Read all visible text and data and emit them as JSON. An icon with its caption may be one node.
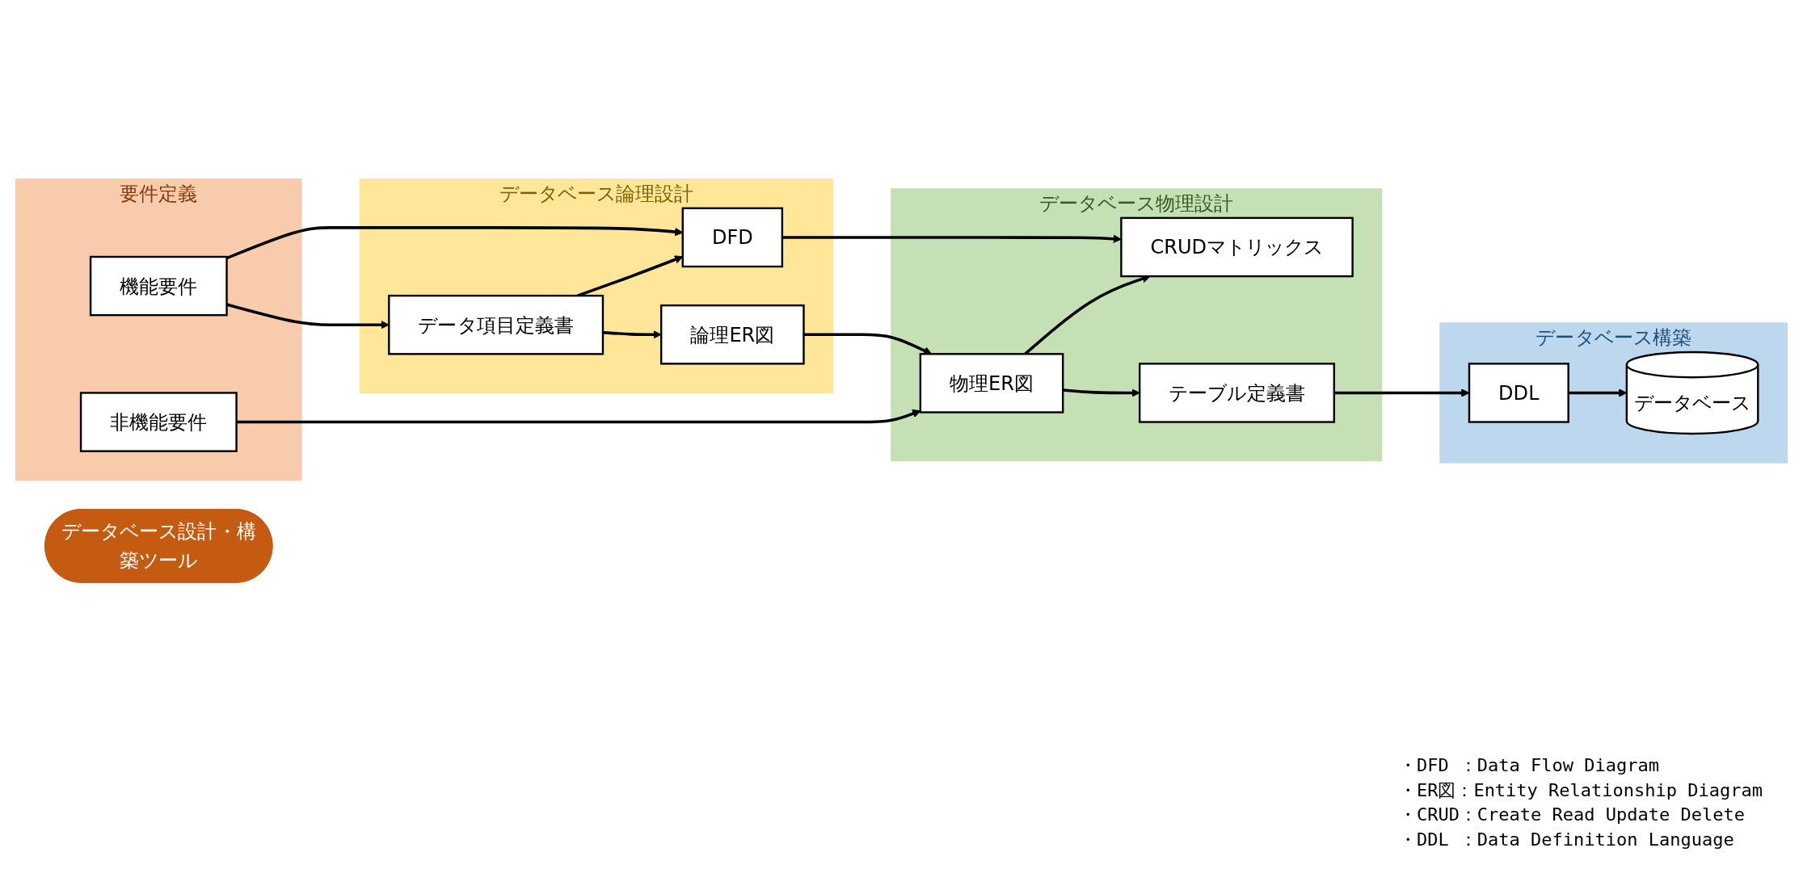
{
  "diagram": {
    "nodes": [
      {
        "text": [
          "要件定義"
        ]
      },
      {
        "text": [
          "機能要件"
        ],
        "in": 0
      },
      {
        "text": [
          "非機能要件"
        ],
        "in": 0
      },
      {
        "text": [
          "データベース論理設計"
        ]
      },
      {
        "text": [
          "DFD"
        ],
        "in": 3
      },
      {
        "text": [
          "データ項目定義書"
        ],
        "in": 3
      },
      {
        "text": [
          "論理ER図"
        ],
        "in": 3
      },
      {
        "text": [
          "データベース物理設計"
        ]
      },
      {
        "text": [
          "CRUDマトリックス"
        ],
        "in": 7
      },
      {
        "text": [
          "物理ER図"
        ],
        "in": 7
      },
      {
        "text": [
          "テーブル定義書"
        ],
        "in": 7
      },
      {
        "text": [
          "データベース構築"
        ]
      },
      {
        "text": [
          "DDL"
        ],
        "in": 11
      },
      {
        "text": [
          "データベース"
        ],
        "in": 11
      },
      {
        "text": [
          "データベース設計・構築ツール"
        ]
      }
    ],
    "edges": [
      {
        "from": 1,
        "to": 4,
        "arrow": "to"
      },
      {
        "from": 4,
        "to": 8,
        "arrow": "to"
      },
      {
        "from": 1,
        "to": 5,
        "arrow": "to"
      },
      {
        "from": 5,
        "to": 4,
        "arrow": "to"
      },
      {
        "from": 5,
        "to": 6,
        "arrow": "to"
      },
      {
        "from": 6,
        "to": 9,
        "arrow": "to"
      },
      {
        "from": 9,
        "to": 8,
        "arrow": "to"
      },
      {
        "from": 9,
        "to": 10,
        "arrow": "to"
      },
      {
        "from": 10,
        "to": 12,
        "arrow": "to"
      },
      {
        "from": 12,
        "to": 13,
        "arrow": "to"
      },
      {
        "from": 2,
        "to": 9,
        "arrow": "to"
      }
    ],
    "labels": [
      "・DFD ：Data Flow Diagram",
      "・ER図：Entity Relationship Diagram",
      "・CRUD：Create Read Update Delete",
      "・DDL ：Data Definition Language"
    ]
  }
}
